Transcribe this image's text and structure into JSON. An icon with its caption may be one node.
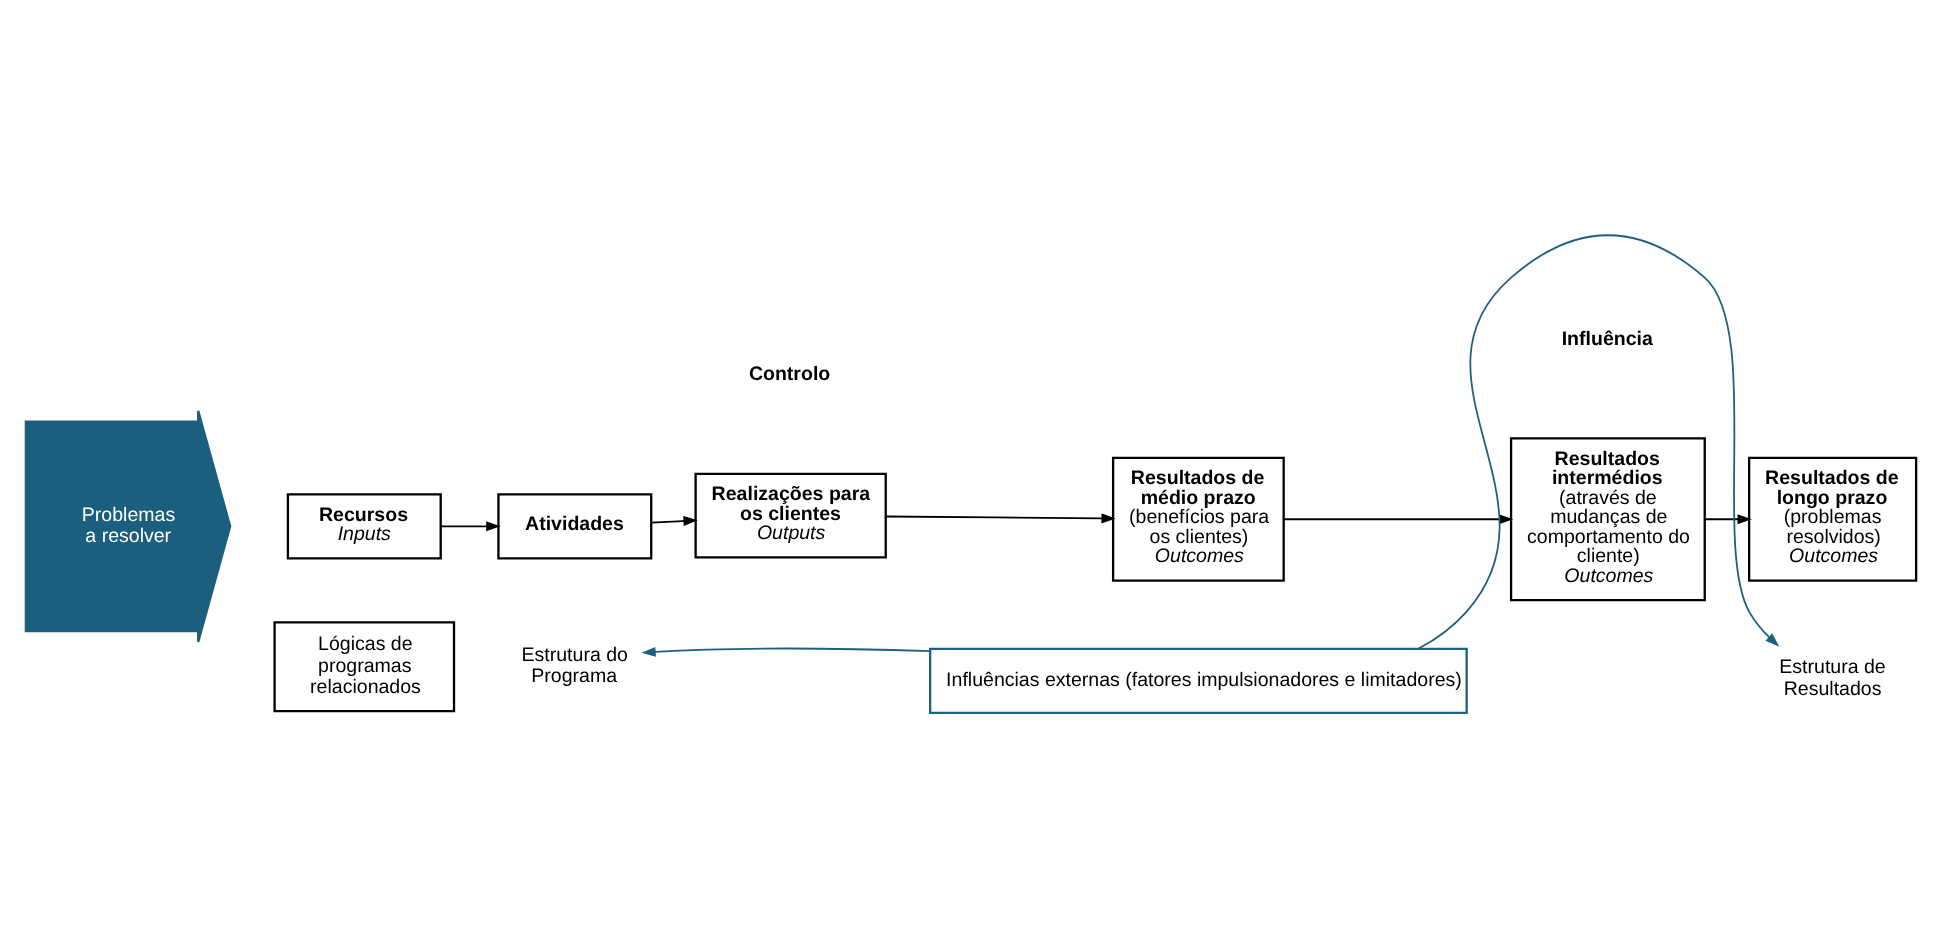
{
  "diagram": {
    "nodes": [
      {
        "text": [
          "Problemas a resolver"
        ]
      },
      {
        "text": [
          "Recursos",
          "Inputs"
        ]
      },
      {
        "text": [
          "Atividades"
        ]
      },
      {
        "text": [
          "Realizações para os clientes",
          "Outputs"
        ]
      },
      {
        "text": [
          "Resultados de médio prazo",
          "(benefícios para os clientes)",
          "Outcomes"
        ]
      },
      {
        "text": [
          "Resultados intermédios",
          "(através de mudanças de comportamento do cliente)",
          "Outcomes"
        ]
      },
      {
        "text": [
          "Resultados de longo prazo",
          "(problemas resolvidos)",
          "Outcomes"
        ]
      },
      {
        "text": [
          "Lógicas de programas relacionados"
        ]
      },
      {
        "text": [
          "Estrutura do Programa"
        ]
      },
      {
        "text": [
          "Estrutura de Resultados"
        ]
      },
      {
        "text": [
          "Influências externas (fatores impulsionadores e limitadores)"
        ]
      }
    ],
    "edges": [
      {
        "from": 1,
        "to": 2,
        "arrow": "to"
      },
      {
        "from": 2,
        "to": 3,
        "arrow": "to"
      },
      {
        "from": 3,
        "to": 4,
        "arrow": "to"
      },
      {
        "from": 4,
        "to": 5,
        "arrow": "to"
      },
      {
        "from": 5,
        "to": 6,
        "arrow": "to"
      },
      {
        "from": 10,
        "to": 8,
        "arrow": "to",
        "color": "#1f5f7f"
      },
      {
        "from": 10,
        "to": 9,
        "arrow": "to",
        "color": "#1f5f7f"
      }
    ],
    "labels": [
      "Controlo",
      "Influência"
    ]
  }
}
